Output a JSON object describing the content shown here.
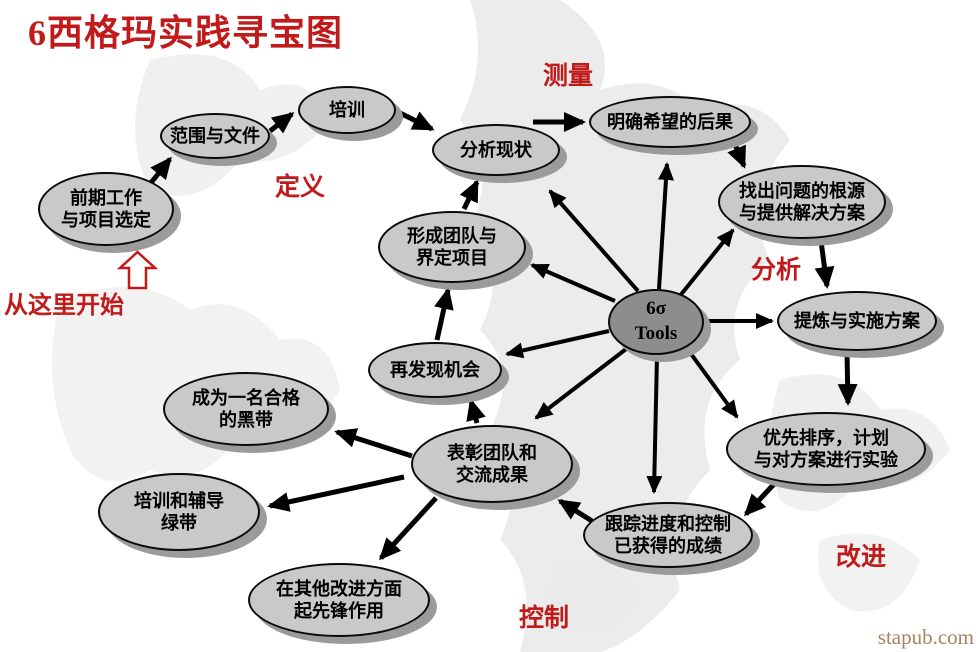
{
  "title": "6西格玛实践寻宝图",
  "watermark": "stapub.com",
  "colors": {
    "red": "#c11a1a",
    "node_fill": "#c9c9c9",
    "node_border": "#0a0a0a",
    "shadow": "#9b9b9b",
    "center_fill": "#8d8d8d",
    "watermark_color": "#a8845c",
    "map_gray": "#e9e9e9"
  },
  "phase_labels": {
    "define": "定义",
    "measure": "测量",
    "analyze": "分析",
    "improve": "改进",
    "control": "控制",
    "start": "从这里开始"
  },
  "center_node": {
    "line1": "6σ",
    "line2": "Tools"
  },
  "nodes": {
    "pre_work": "前期工作\n与项目选定",
    "scope_docs": "范围与文件",
    "training": "培训",
    "analyze_status": "分析现状",
    "clarify_outcomes": "明确希望的后果",
    "find_root": "找出问题的根源\n与提供解决方案",
    "refine_implement": "提炼与实施方案",
    "prioritize": "优先排序，计划\n与对方案进行实验",
    "track_progress": "跟踪进度和控制\n已获得的成绩",
    "recognize_team": "表彰团队和\n交流成果",
    "rediscover": "再发现机会",
    "form_team": "形成团队与\n界定项目",
    "black_belt": "成为一名合格\n的黑带",
    "green_belt": "培训和辅导\n绿带",
    "pioneer": "在其他改进方面\n起先锋作用"
  }
}
